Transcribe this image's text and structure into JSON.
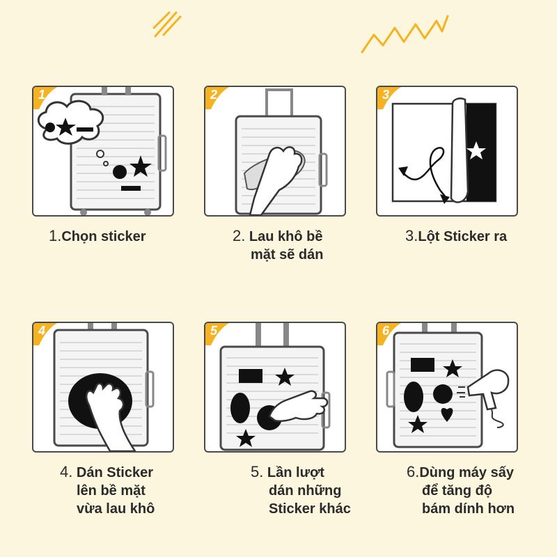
{
  "colors": {
    "background": "#fdf6de",
    "accent": "#f5b324",
    "outline": "#4a4a4a",
    "sticker": "#111111"
  },
  "steps": [
    {
      "num": "1",
      "prefix": "1.",
      "lines": [
        "Chọn sticker"
      ],
      "icon": "thought-cloud-suitcase-icon"
    },
    {
      "num": "2",
      "prefix": "2.",
      "lines": [
        "Lau khô bề",
        "mặt sẽ dán"
      ],
      "icon": "wipe-cloth-icon"
    },
    {
      "num": "3",
      "prefix": "3.",
      "lines": [
        "Lột Sticker ra"
      ],
      "icon": "peel-sticker-icon"
    },
    {
      "num": "4",
      "prefix": "4.",
      "lines": [
        "Dán Sticker",
        "lên bề mặt",
        "vừa lau khô"
      ],
      "icon": "apply-sticker-icon"
    },
    {
      "num": "5",
      "prefix": "5.",
      "lines": [
        "Lần lượt",
        "dán những",
        "Sticker khác"
      ],
      "icon": "apply-more-stickers-icon"
    },
    {
      "num": "6",
      "prefix": "6.",
      "lines": [
        "Dùng máy sấy",
        "để tăng độ",
        "bám dính hơn"
      ],
      "icon": "hair-dryer-icon"
    }
  ]
}
